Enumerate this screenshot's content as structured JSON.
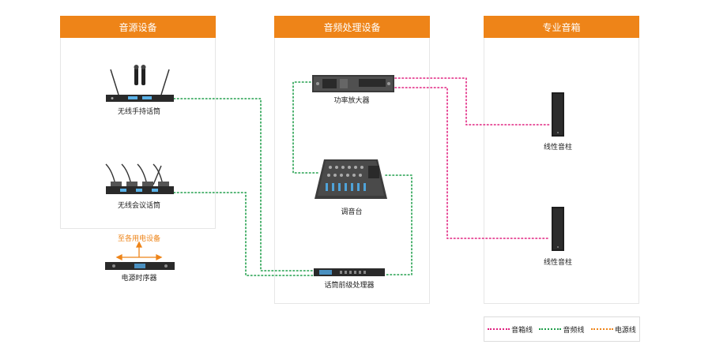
{
  "panels": {
    "source": "音源设备",
    "processing": "音频处理设备",
    "speakers": "专业音箱"
  },
  "devices": {
    "wireless_handheld": "无线手持话筒",
    "wireless_conference": "无线会议话筒",
    "power_sequencer": "电源时序器",
    "power_to_all": "至各用电设备",
    "amplifier": "功率放大器",
    "mixer": "调音台",
    "mic_preprocessor": "话筒前级处理器",
    "line_speaker_1": "线性音柱",
    "line_speaker_2": "线性音柱"
  },
  "legend": {
    "speaker_cable": "音箱线",
    "audio_cable": "音频线",
    "power_cable": "电源线"
  },
  "colors": {
    "accent": "#ee8418",
    "speaker_cable": "#e0207f",
    "audio_cable": "#1f9e4a",
    "power_cable": "#ee8418"
  }
}
